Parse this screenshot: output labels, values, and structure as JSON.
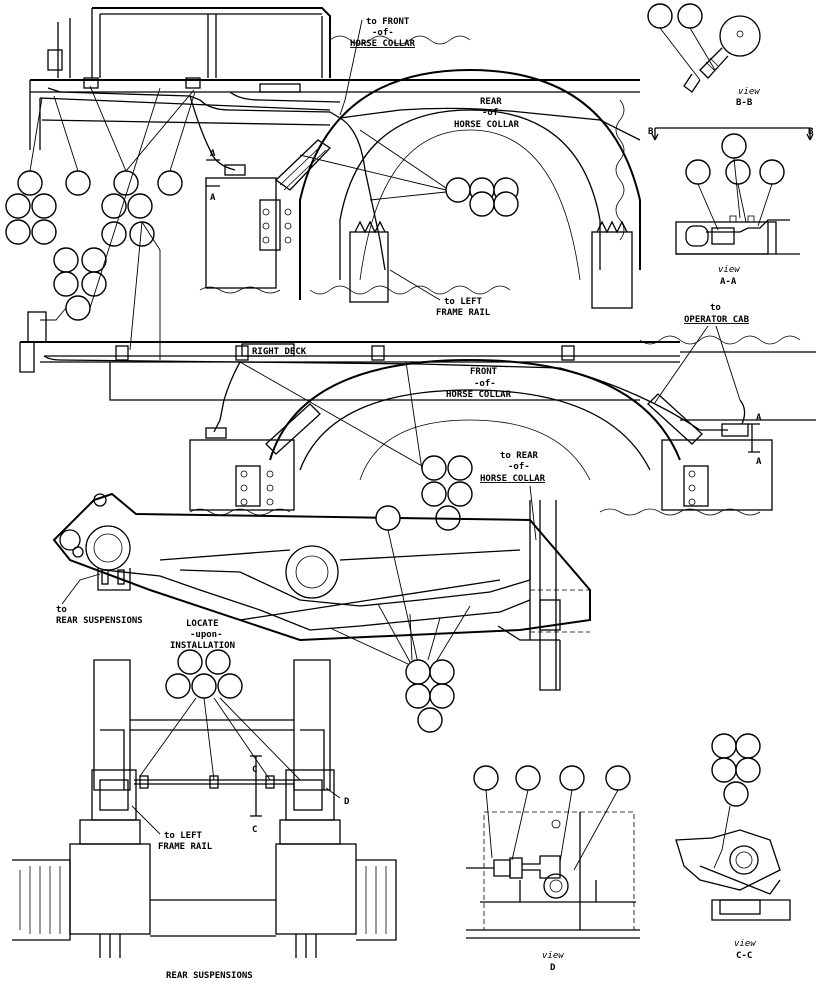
{
  "labels": {
    "to_front_horse_collar": [
      "to FRONT",
      "-of-",
      "HORSE COLLAR"
    ],
    "rear_horse_collar": [
      "REAR",
      "-of-",
      "HORSE COLLAR"
    ],
    "view_bb": [
      "view",
      "B-B"
    ],
    "section_b_left": "B",
    "section_b_right": "B",
    "section_a_top": "A",
    "section_a_top2": "A",
    "to_left_frame_rail_top": [
      "to LEFT",
      "FRAME RAIL"
    ],
    "view_aa": [
      "view",
      "A-A"
    ],
    "right_deck": "RIGHT DECK",
    "to_operator_cab": [
      "to",
      "OPERATOR CAB"
    ],
    "front_horse_collar": [
      "FRONT",
      "-of-",
      "HORSE COLLAR"
    ],
    "section_a_right": "A",
    "section_a_right2": "A",
    "to_rear_horse_collar": [
      "to REAR",
      "-of-",
      "HORSE COLLAR"
    ],
    "to_rear_suspensions": [
      "to",
      "REAR SUSPENSIONS"
    ],
    "locate_upon_installation": [
      "LOCATE",
      "-upon-",
      "INSTALLATION"
    ],
    "section_c_top": "C",
    "section_c_bottom": "C",
    "section_d": "D",
    "to_left_frame_rail_bottom": [
      "to LEFT",
      "FRAME RAIL"
    ],
    "rear_suspensions": "REAR SUSPENSIONS",
    "view_d": [
      "view",
      "D"
    ],
    "view_cc": [
      "view",
      "C-C"
    ]
  }
}
